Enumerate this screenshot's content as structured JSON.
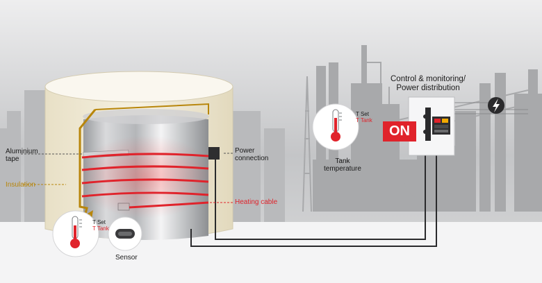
{
  "labels": {
    "aluminium_tape": "Aluminium\ntape",
    "insulation": "Insulation",
    "power_connection": "Power\nconnection",
    "heating_cable": "Heating cable",
    "sensor": "Sensor",
    "tank_temperature": "Tank\ntemperature",
    "control_title": "Control & monitoring/\nPower distribution",
    "t_set": "T Set",
    "t_tank": "T Tank",
    "on_button": "ON"
  },
  "colors": {
    "accent_red": "#e0232b",
    "insulation_gold": "#b8860b",
    "tank_cream": "#f1ebd9",
    "background_gray": "#c9cacc"
  },
  "icons": [
    "thermometer-icon",
    "power-bolt-icon",
    "sensor-icon"
  ]
}
